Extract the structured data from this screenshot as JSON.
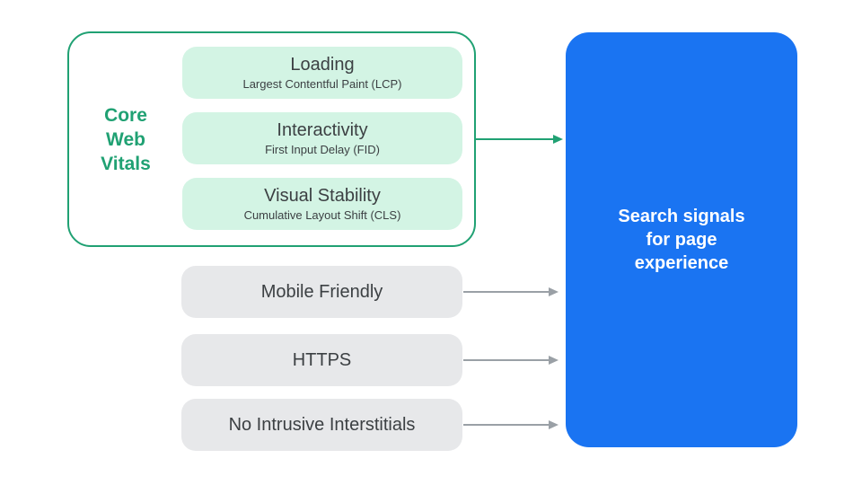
{
  "colors": {
    "accent_green": "#20A173",
    "mint": "#D3F4E4",
    "pill_gray": "#E7E8EA",
    "text_dark": "#3C4043",
    "arrow_gray": "#9AA0A6",
    "accent_blue": "#1A74F2",
    "text_on_blue": "#FFFFFF"
  },
  "core_web_vitals": {
    "label": "Core\nWeb\nVitals",
    "items": [
      {
        "title": "Loading",
        "subtitle": "Largest Contentful Paint (LCP)"
      },
      {
        "title": "Interactivity",
        "subtitle": "First Input Delay (FID)"
      },
      {
        "title": "Visual Stability",
        "subtitle": "Cumulative Layout Shift (CLS)"
      }
    ]
  },
  "other_signals": [
    {
      "label": "Mobile Friendly"
    },
    {
      "label": "HTTPS"
    },
    {
      "label": "No Intrusive Interstitials"
    }
  ],
  "result_box": {
    "label": "Search signals\nfor page\nexperience"
  }
}
